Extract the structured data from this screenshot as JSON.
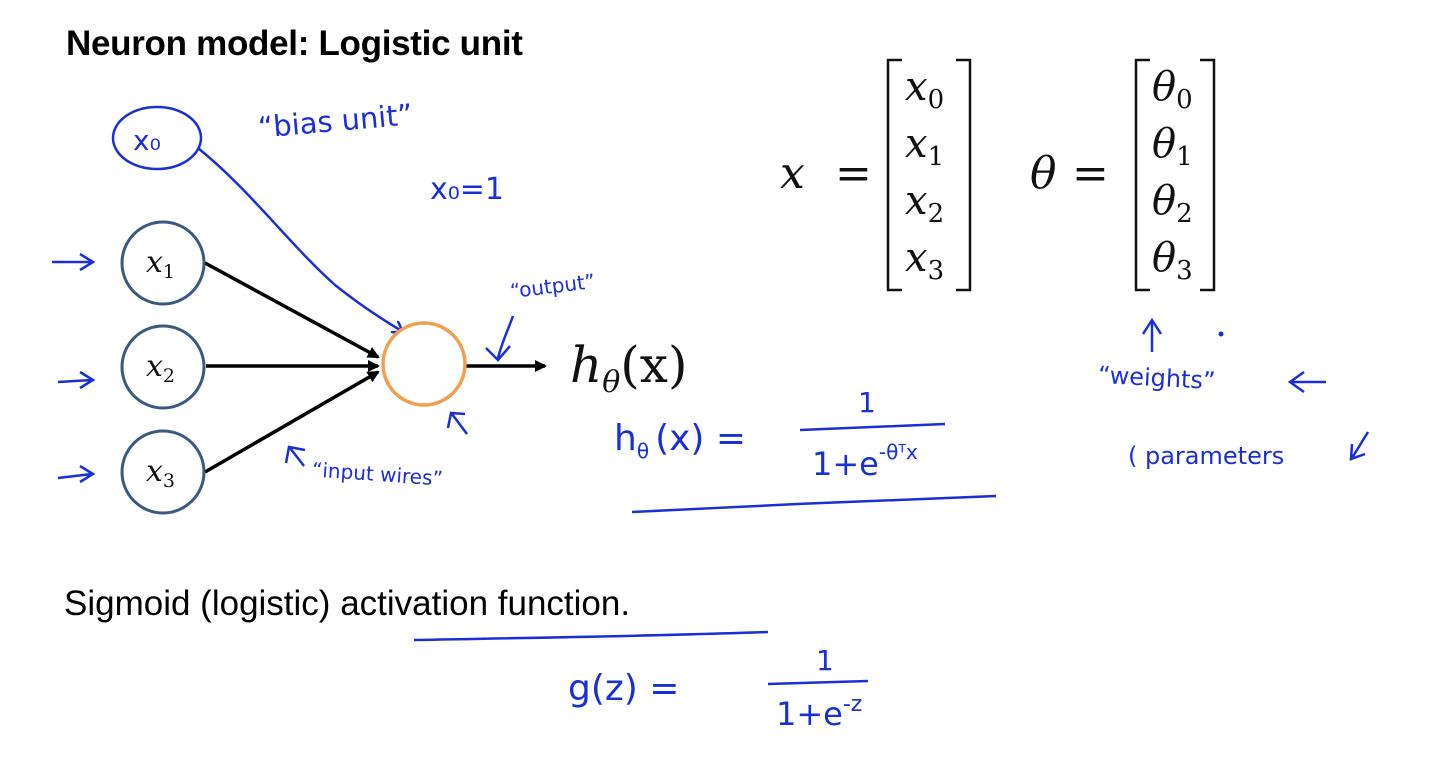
{
  "slide": {
    "title": "Neuron model: Logistic unit",
    "subtitle": "Sigmoid (logistic) activation function."
  },
  "diagram": {
    "bias_node": "x₀",
    "input_nodes": [
      "x",
      "x",
      "x"
    ],
    "input_subscripts": [
      "1",
      "2",
      "3"
    ],
    "output_label": "h",
    "output_label_sub": "θ",
    "output_label_arg": "(x)",
    "node_colors": {
      "input": "#3c5a80",
      "output": "#f0a050",
      "ink": "#1a2fd6"
    }
  },
  "vectors": {
    "x_name": "x",
    "x_entries": [
      "x",
      "x",
      "x",
      "x"
    ],
    "x_subscripts": [
      "0",
      "1",
      "2",
      "3"
    ],
    "theta_name": "θ",
    "theta_entries": [
      "θ",
      "θ",
      "θ",
      "θ"
    ],
    "theta_subscripts": [
      "0",
      "1",
      "2",
      "3"
    ],
    "equals": "="
  },
  "annotations": {
    "bias_unit": "“bias unit”",
    "x0_equals": "x₀=1",
    "output": "“output”",
    "input_wires": "“input wires”",
    "weights": "“weights”",
    "parameters": "( parameters",
    "hypothesis_lhs": "h",
    "hypothesis_sub": "θ",
    "hypothesis_arg": "(x) =",
    "hypothesis_num": "1",
    "hypothesis_den": "1+e",
    "hypothesis_exp": "-θᵀx",
    "sigmoid_lhs": "g(z) =",
    "sigmoid_num": "1",
    "sigmoid_den": "1+e",
    "sigmoid_exp": "-z"
  }
}
